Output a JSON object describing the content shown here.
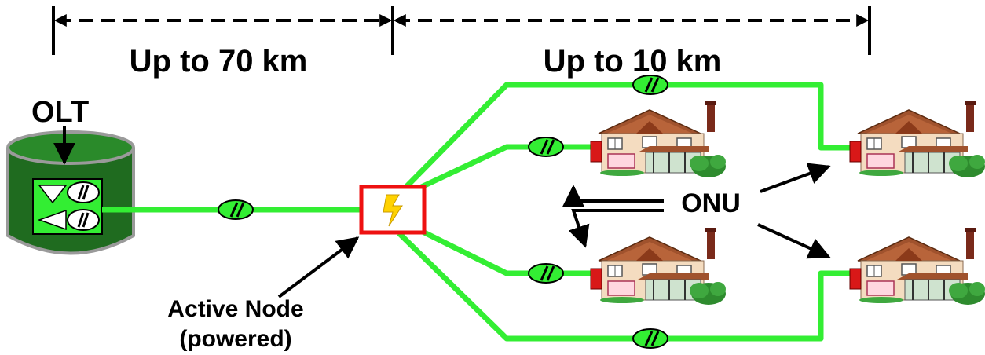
{
  "labels": {
    "span_left": "Up to 70 km",
    "span_right": "Up to 10 km",
    "olt": "OLT",
    "onu": "ONU",
    "active_node_line1": "Active Node",
    "active_node_line2": "(powered)"
  },
  "colors": {
    "fiber": "#33ee33",
    "node_border": "#ee1111",
    "olt_body": "#1f6b1f",
    "olt_top": "#2a8a2a",
    "olt_rim": "#9a9a9a",
    "house_roof": "#a0522d",
    "house_wall": "#f4dcc0",
    "bush": "#2e8b2e",
    "lightning": "#ffd200"
  },
  "icons": {
    "node": "lightning-bolt-icon",
    "connector": "fiber-connector-icon",
    "house": "house-icon"
  }
}
